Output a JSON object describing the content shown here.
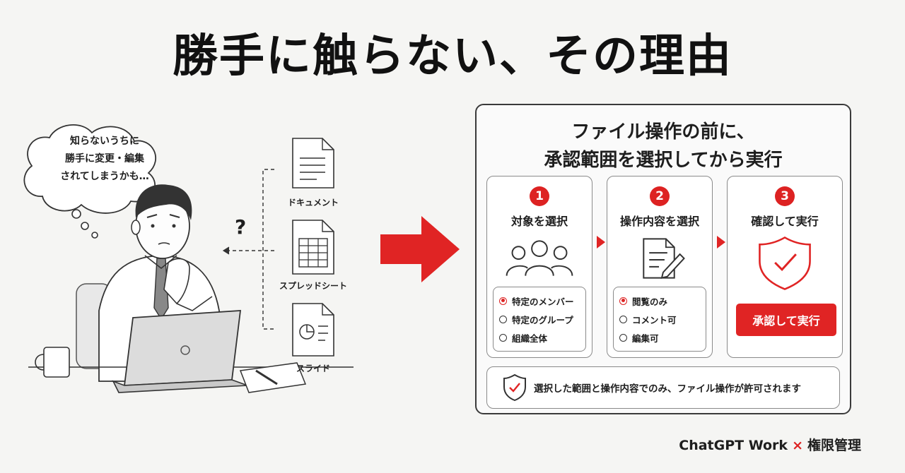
{
  "title": "勝手に触らない、その理由",
  "thought_bubble": {
    "lines": [
      "知らないうちに",
      "勝手に変更・編集",
      "されてしまうかも…"
    ]
  },
  "files": [
    {
      "label": "ドキュメント",
      "icon": "document-icon"
    },
    {
      "label": "スプレッドシート",
      "icon": "spreadsheet-icon"
    },
    {
      "label": "スライド",
      "icon": "slides-icon"
    }
  ],
  "question_mark": "?",
  "panel": {
    "title_line1": "ファイル操作の前に、",
    "title_line2": "承認範囲を選択してから実行",
    "steps": [
      {
        "number": "1",
        "title": "対象を選択",
        "icon": "people-icon",
        "options": [
          {
            "label": "特定のメンバー",
            "selected": true
          },
          {
            "label": "特定のグループ",
            "selected": false
          },
          {
            "label": "組織全体",
            "selected": false
          }
        ]
      },
      {
        "number": "2",
        "title": "操作内容を選択",
        "icon": "document-edit-icon",
        "options": [
          {
            "label": "閲覧のみ",
            "selected": true
          },
          {
            "label": "コメント可",
            "selected": false
          },
          {
            "label": "編集可",
            "selected": false
          }
        ]
      },
      {
        "number": "3",
        "title": "確認して実行",
        "icon": "shield-check-icon",
        "button_label": "承認して実行"
      }
    ],
    "note": "選択した範囲と操作内容でのみ、ファイル操作が許可されます"
  },
  "footer": {
    "product": "ChatGPT Work",
    "separator": "×",
    "topic": "権限管理"
  },
  "colors": {
    "accent": "#e02424",
    "text": "#1e1e1e",
    "background": "#f5f5f3"
  }
}
